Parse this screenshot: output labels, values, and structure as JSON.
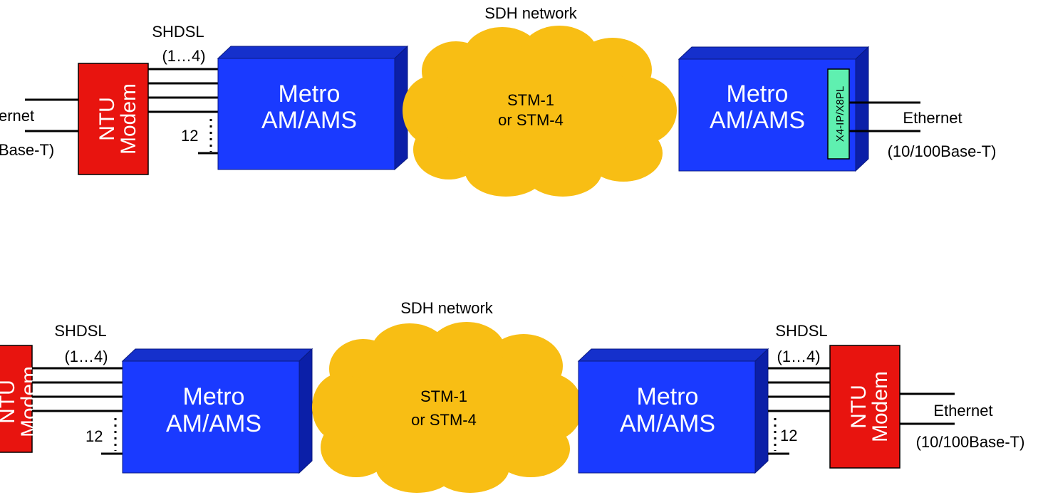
{
  "colors": {
    "box_front": "#1a3aff",
    "box_top": "#1530cc",
    "box_side": "#0b1fa8",
    "ntu_fill": "#e8140f",
    "cloud_fill": "#f8be14",
    "card_fill": "#5ff0b0",
    "line": "#000000"
  },
  "diagram1": {
    "network_label": "SDH network",
    "shdsl_label": "SHDSL",
    "pair_range": "(1…4)",
    "count_label": "12",
    "ntu": {
      "line1": "NTU",
      "line2": "Modem"
    },
    "left_box": {
      "line1": "Metro",
      "line2": "AM/AMS"
    },
    "cloud": {
      "line1": "STM-1",
      "line2": "or STM-4"
    },
    "right_box": {
      "line1": "Metro",
      "line2": "AM/AMS",
      "card": "X4-IP/X8PL"
    },
    "left_ethernet": {
      "label": "ernet",
      "speed": "Base-T)"
    },
    "right_ethernet": {
      "label": "Ethernet",
      "speed": "(10/100Base-T)"
    }
  },
  "diagram2": {
    "network_label": "SDH network",
    "left_shdsl_label": "SHDSL",
    "left_pair_range": "(1…4)",
    "left_count_label": "12",
    "left_ntu": {
      "line1": "NTU",
      "line2": "Modem"
    },
    "left_box": {
      "line1": "Metro",
      "line2": "AM/AMS"
    },
    "cloud": {
      "line1": "STM-1",
      "line2": "or STM-4"
    },
    "right_box": {
      "line1": "Metro",
      "line2": "AM/AMS"
    },
    "right_shdsl_label": "SHDSL",
    "right_pair_range": "(1…4)",
    "right_count_label": "12",
    "right_ntu": {
      "line1": "NTU",
      "line2": "Modem"
    },
    "right_ethernet": {
      "label": "Ethernet",
      "speed": "(10/100Base-T)"
    }
  }
}
